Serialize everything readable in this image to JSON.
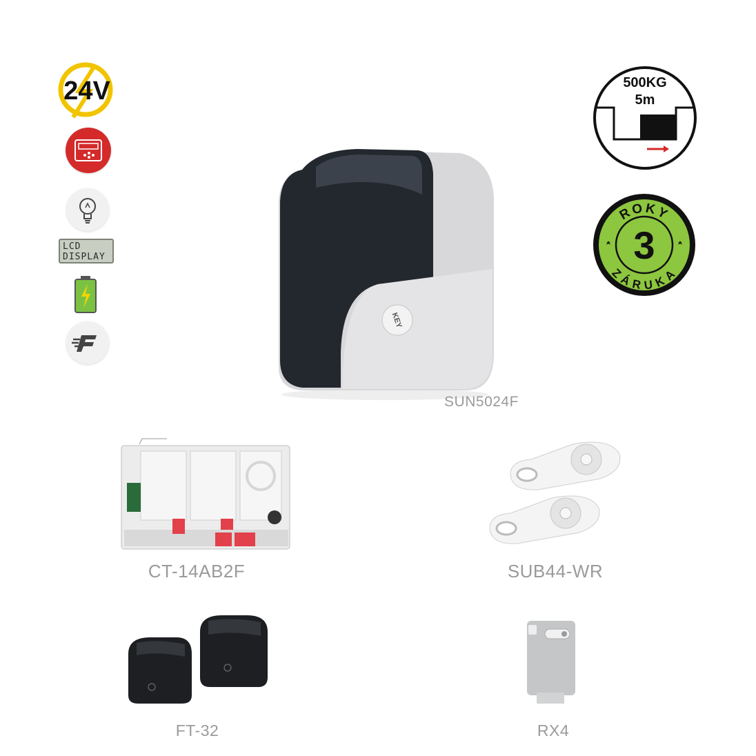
{
  "features": {
    "voltage": "24V",
    "lcd_line1": "LCD",
    "lcd_line2": "DISPLAY"
  },
  "badges": {
    "load_weight": "500KG",
    "load_length": "5m",
    "warranty_top": "ROKY",
    "warranty_number": "3",
    "warranty_bottom": "ZÁRUKA"
  },
  "products": {
    "motor": "SUN5024F",
    "board": "CT-14AB2F",
    "remote": "SUB44-WR",
    "photocells": "FT-32",
    "receiver": "RX4"
  },
  "brand": "KEY",
  "colors": {
    "voltage_ring": "#f2c400",
    "panel_red": "#d42a2a",
    "warranty_green": "#8dc63f",
    "label_gray": "#9a9a9a"
  }
}
